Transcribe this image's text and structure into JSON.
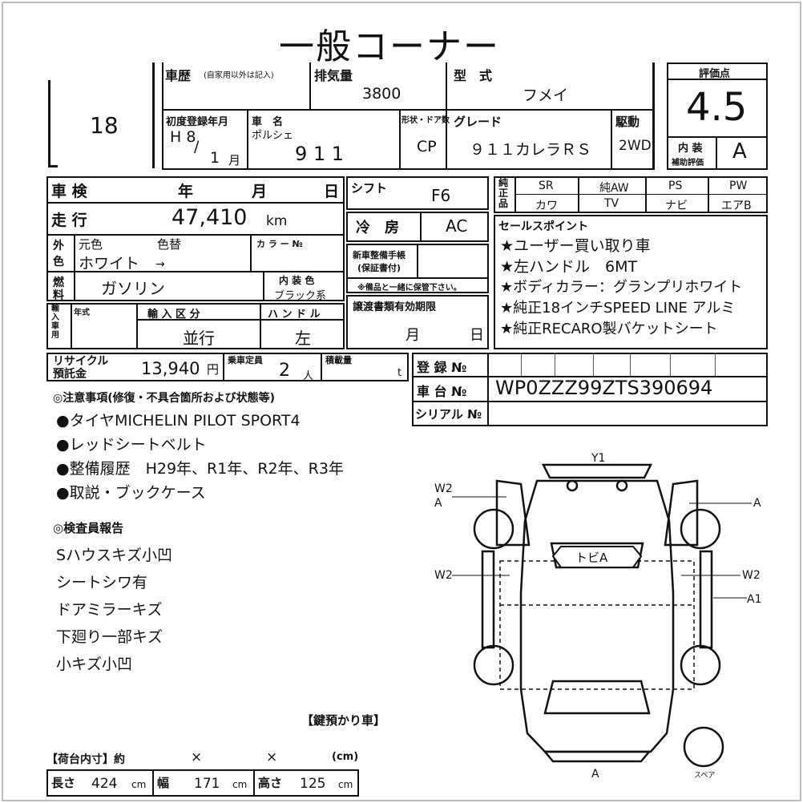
{
  "title": "一般コーナー",
  "lot_number": "18",
  "header": {
    "history_label": "車歴",
    "history_note": "(自家用以外は記入)",
    "displacement_label": "排気量",
    "displacement": "3800",
    "model_label": "型　式",
    "model": "フメイ",
    "first_reg_label": "初度登録年月",
    "first_reg_era": "H 8",
    "first_reg_month": "1",
    "first_reg_month_unit": "月",
    "first_reg_slash": "/",
    "car_name_label": "車　名",
    "maker": "ポルシェ",
    "car_name": "9 1 1",
    "shape_label": "形状・ドア数",
    "shape": "CP",
    "grade_label": "グレード",
    "grade": "９１１カレラＲＳ",
    "drive_label": "駆動",
    "drive": "2WD"
  },
  "score": {
    "label": "評価点",
    "value": "4.5",
    "interior_label": "内 装",
    "interior_sub": "補助評価",
    "interior_value": "A"
  },
  "spec": {
    "shaken_label": "車 検",
    "year_unit": "年",
    "month_unit": "月",
    "day_unit": "日",
    "mileage_label": "走 行",
    "mileage": "47,410",
    "mileage_unit": "km",
    "outer_color_label_1": "外",
    "outer_color_label_2": "色",
    "orig_color_label": "元色",
    "color_change_label": "色替",
    "color": "ホワイト",
    "color_arrow": "→",
    "color_no_label": "カ ラ ー №",
    "fuel_label_1": "燃",
    "fuel_label_2": "料",
    "fuel": "ガソリン",
    "interior_color_label": "内 装 色",
    "interior_color": "ブラック系",
    "import_label": "輸入車用",
    "model_year_label": "年式",
    "import_type_label": "輸 入 区 分",
    "import_type": "並行",
    "handle_label": "ハ ン ド ル",
    "handle": "左",
    "shift_label": "シフト",
    "shift": "F6",
    "ac_label": "冷　房",
    "ac": "AC",
    "warranty_label": "新車整備手帳",
    "warranty_label_2": "(保証書付)",
    "warranty_note": "※備品と一緒に保管下さい。",
    "transfer_label": "譲渡書類有効期限",
    "transfer_month": "月",
    "transfer_day": "日"
  },
  "options": {
    "label": "純正品",
    "row1": [
      "SR",
      "純AW",
      "PS",
      "PW"
    ],
    "row2": [
      "カワ",
      "TV",
      "ナビ",
      "エアB"
    ]
  },
  "sales_points": {
    "label": "セールスポイント",
    "items": [
      "★ユーザー買い取り車",
      "★左ハンドル　6MT",
      "★ボディカラー：グランプリホワイト",
      "★純正18インチSPEED LINE アルミ",
      "★純正RECARO製バケットシート"
    ]
  },
  "recycle": {
    "label_1": "リサイクル",
    "label_2": "預託金",
    "value": "13,940",
    "unit": "円",
    "capacity_label": "乗車定員",
    "capacity": "2",
    "capacity_unit": "人",
    "load_label": "積載量",
    "load_unit": "t"
  },
  "registration": {
    "reg_label": "登 録 №",
    "chassis_label": "車 台 №",
    "chassis": "WP0ZZZ99ZTS390694",
    "serial_label": "シリアル №"
  },
  "notes": {
    "label": "◎注意事項(修復・不具合箇所および状態等)",
    "items": [
      "●タイヤMICHELIN PILOT SPORT4",
      "●レッドシートベルト",
      "●整備履歴　H29年、R1年、R2年、R3年",
      "●取説・ブックケース"
    ]
  },
  "inspector": {
    "label": "◎検査員報告",
    "items": [
      "Sハウスキズ小凹",
      "シートシワ有",
      "ドアミラーキズ",
      "下廻り一部キズ",
      "小キズ小凹"
    ]
  },
  "key_note": "【鍵預かり車】",
  "cargo": {
    "label": "【荷台内寸】約",
    "x1": "×",
    "x2": "×",
    "unit": "(cm)",
    "length_label": "長さ",
    "length": "424",
    "width_label": "幅",
    "width": "171",
    "height_label": "高さ",
    "height": "125",
    "cm": "cm"
  },
  "diagram": {
    "front": "Y1",
    "left_front_1": "W2",
    "left_front_2": "A",
    "right_front": "A",
    "left_mid": "W2",
    "right_mid": "W2",
    "right_rear": "A1",
    "roof": "トビA",
    "rear": "A",
    "spare": "スペア"
  }
}
